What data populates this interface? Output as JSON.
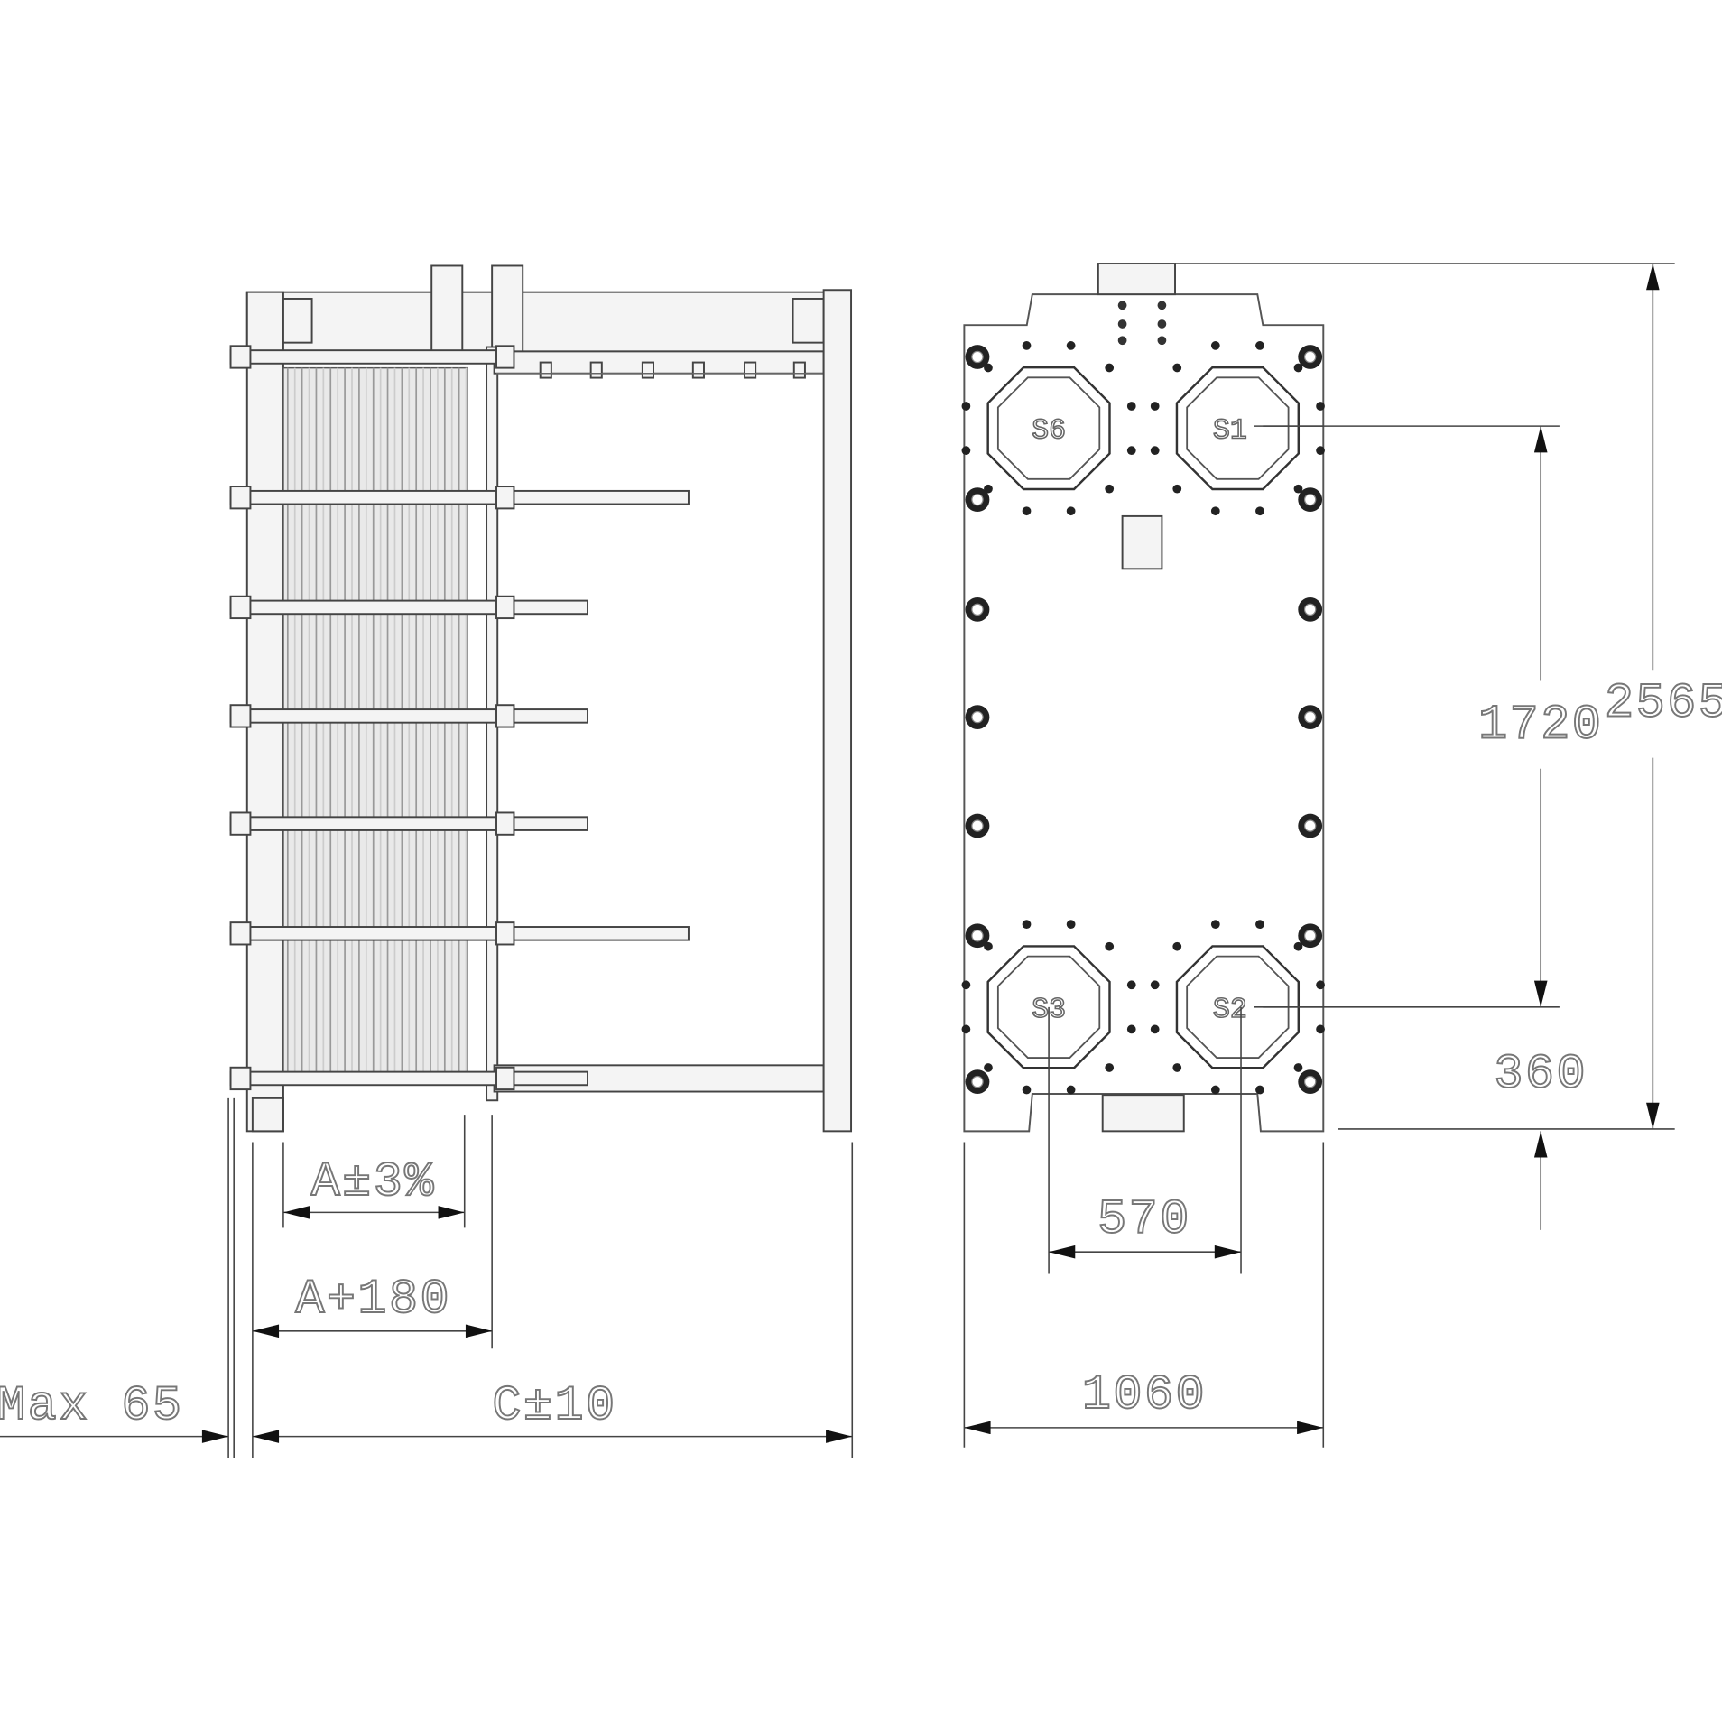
{
  "title": "Plate heat exchanger dimensional drawing",
  "side_view": {
    "dimensions": {
      "a_tolerance": "A±3%",
      "a_plus": "A+180",
      "c_tolerance": "C±10",
      "max": "Max 65"
    }
  },
  "front_view": {
    "ports": {
      "top_left": "S6",
      "top_right": "S1",
      "bottom_left": "S3",
      "bottom_right": "S2"
    },
    "dimensions": {
      "width": "1060",
      "port_spacing_horizontal": "570",
      "port_spacing_vertical": "1720",
      "total_height": "2565",
      "bottom_port_height": "360"
    }
  }
}
